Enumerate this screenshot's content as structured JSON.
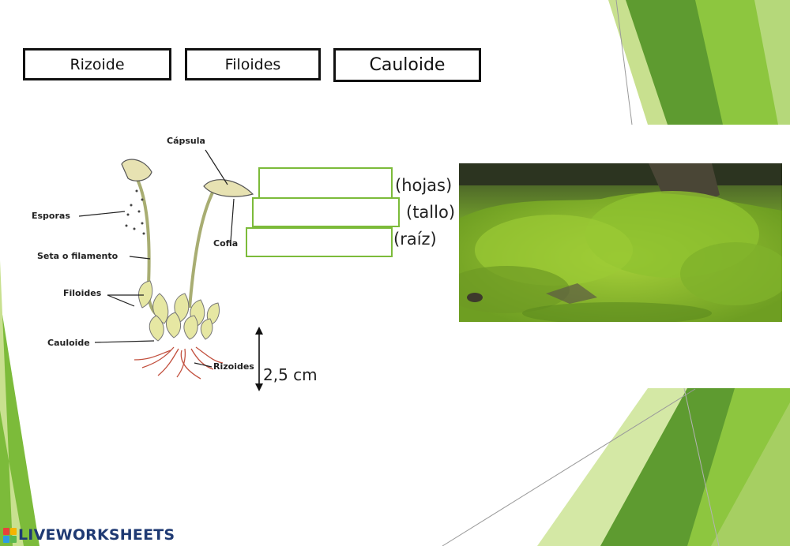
{
  "draggables": [
    {
      "label": "Rizoide"
    },
    {
      "label": "Filoides"
    },
    {
      "label": "Cauloide"
    }
  ],
  "diagram_labels": {
    "capsula": "Cápsula",
    "esporas": "Esporas",
    "cofia": "Cofia",
    "seta": "Seta o filamento",
    "filoides": "Filoides",
    "cauloide": "Cauloide",
    "rizoides": "Rizoides"
  },
  "drop_hints": {
    "hojas": "(hojas)",
    "tallo": "(tallo)",
    "raiz": "(raíz)"
  },
  "scale_label": "2,5 cm",
  "logo": {
    "text": "LIVEWORKSHEETS"
  },
  "colors": {
    "accent_green": "#7cbb3a",
    "dark_green": "#4f8a2b",
    "logo_navy": "#1f3a73"
  }
}
